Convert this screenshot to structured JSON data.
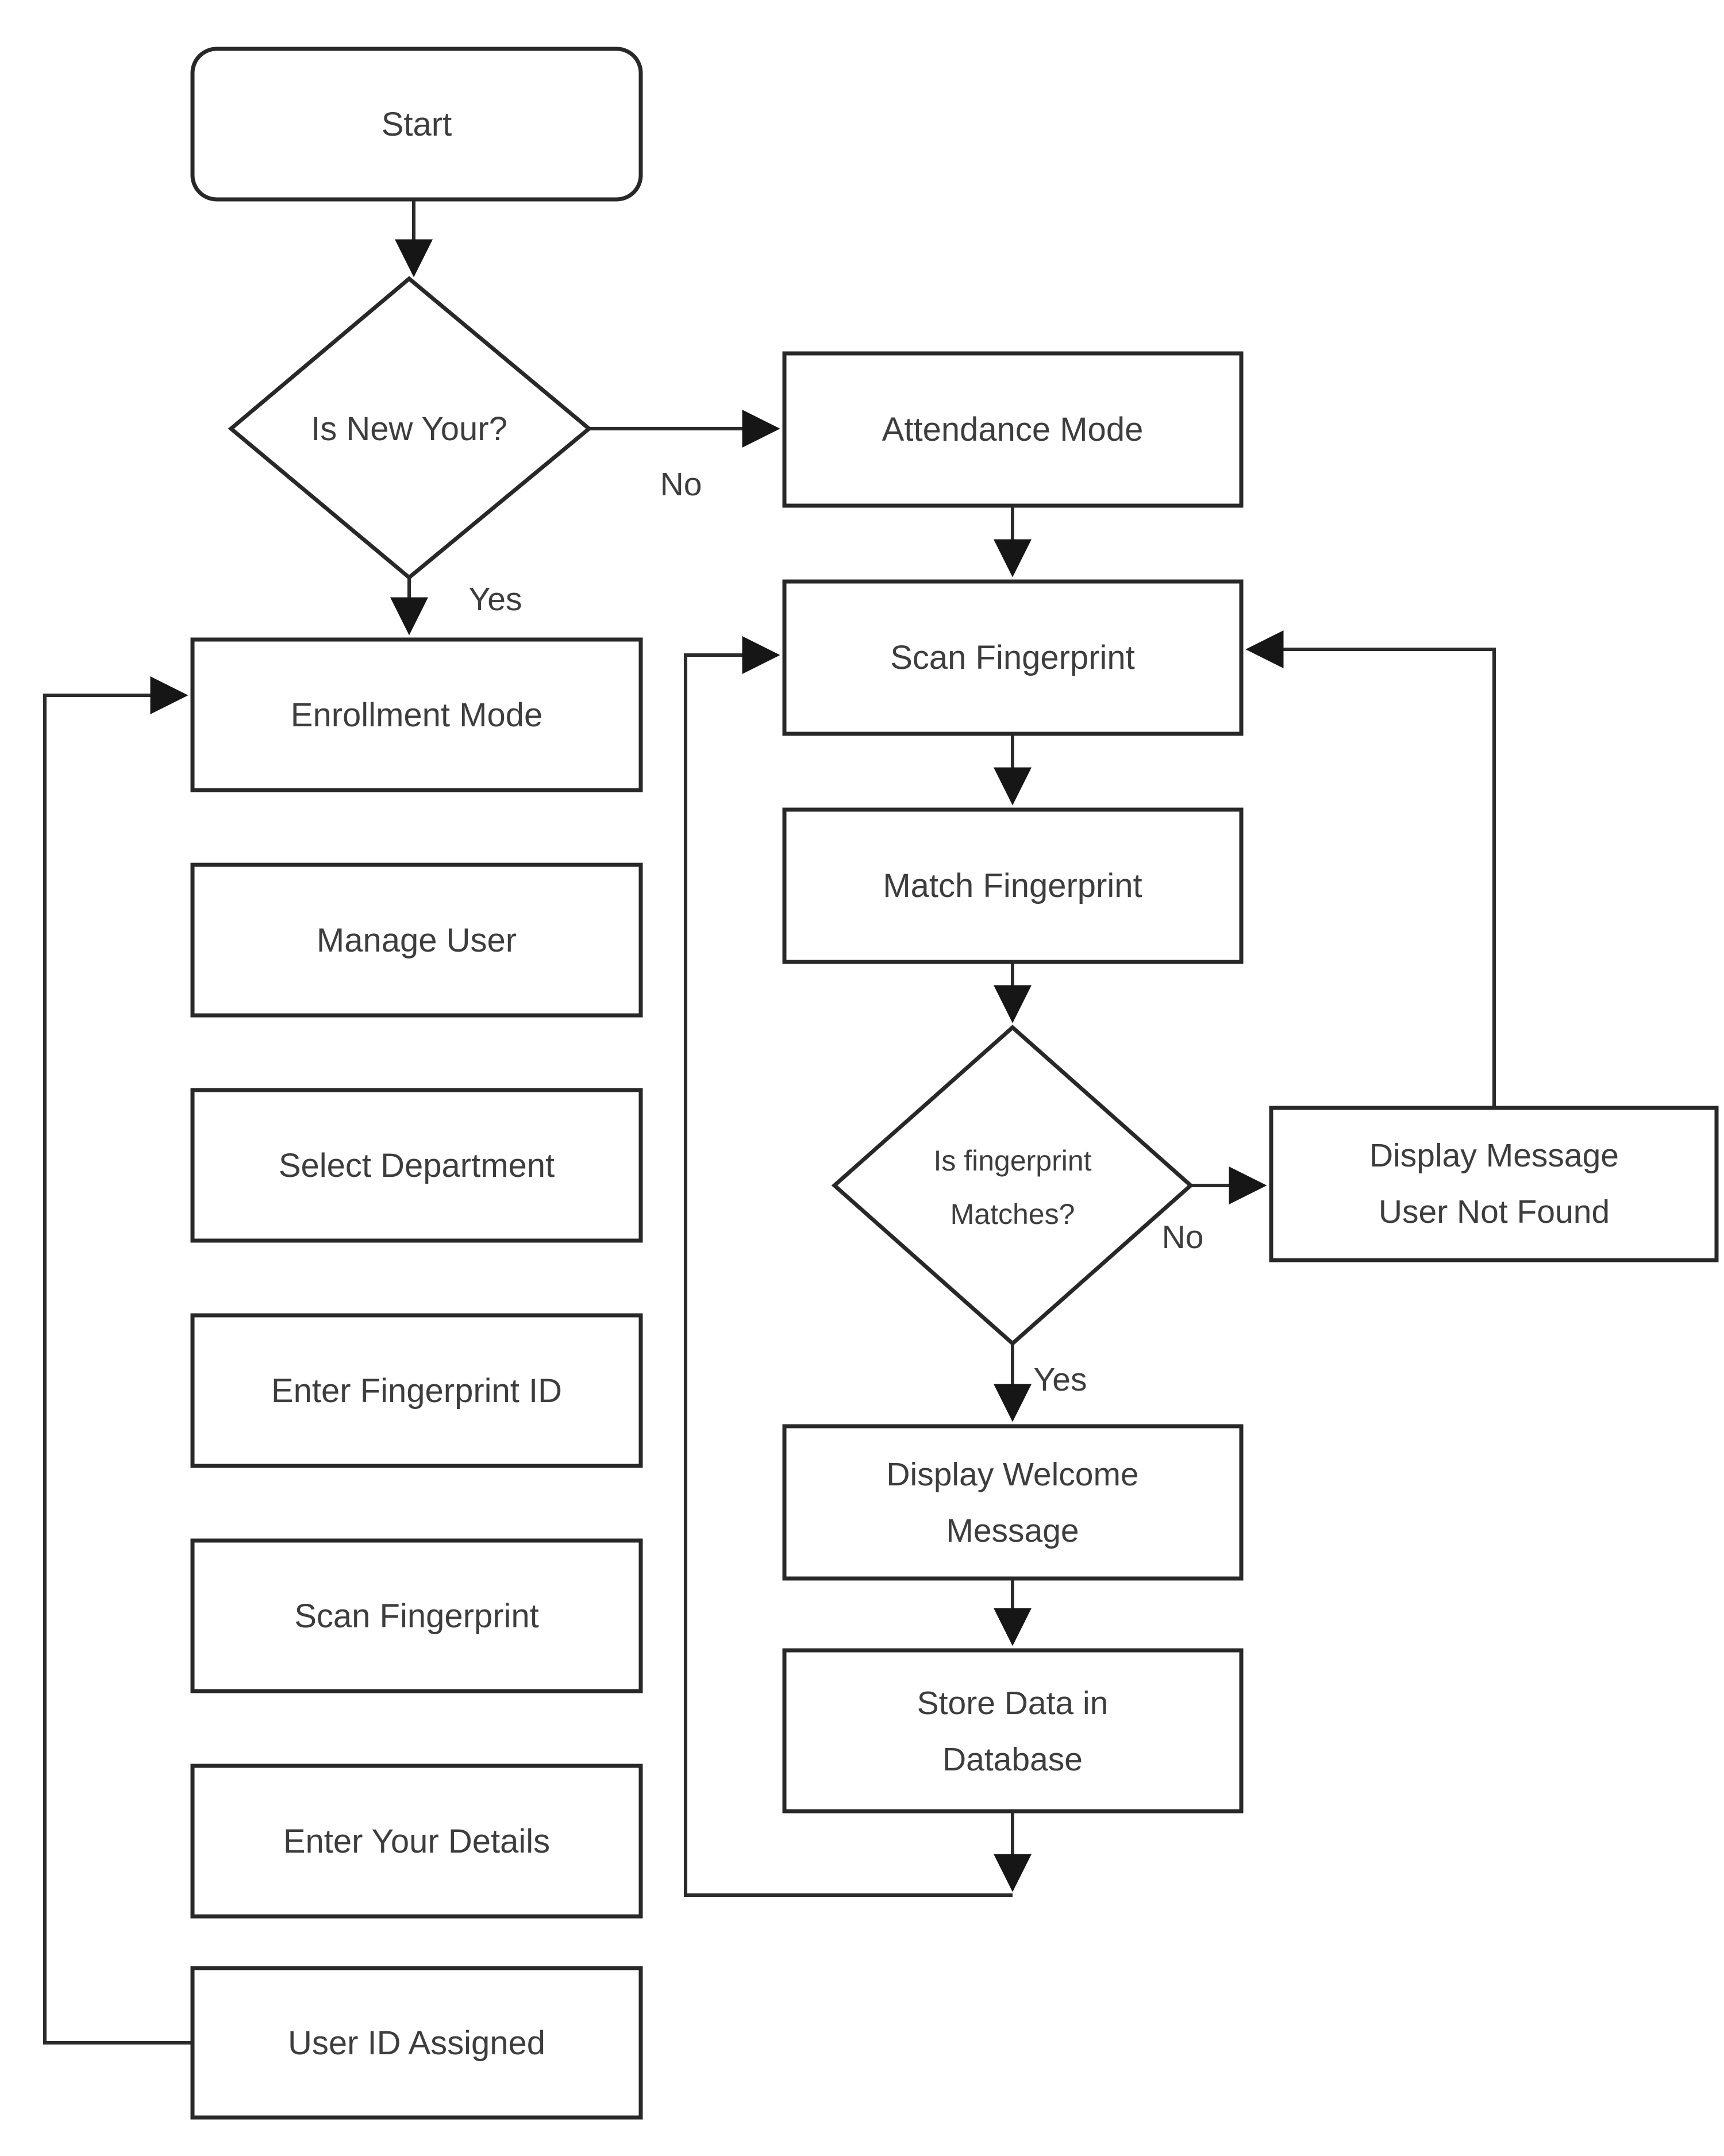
{
  "diagram": {
    "background_color": "#ffffff",
    "line_color": "#2b2b2b",
    "text_color": "#3d3d3d",
    "nodes": {
      "start": {
        "type": "terminator",
        "label": "Start"
      },
      "is_new_user": {
        "type": "decision",
        "label": "Is New Your?"
      },
      "attendance_mode": {
        "type": "process",
        "label": "Attendance Mode"
      },
      "enrollment_mode": {
        "type": "process",
        "label": "Enrollment Mode"
      },
      "manage_user": {
        "type": "process",
        "label": "Manage User"
      },
      "select_department": {
        "type": "process",
        "label": "Select Department"
      },
      "enter_fingerprint_id": {
        "type": "process",
        "label": "Enter Fingerprint ID"
      },
      "scan_fingerprint_enroll": {
        "type": "process",
        "label": "Scan Fingerprint"
      },
      "enter_your_details": {
        "type": "process",
        "label": "Enter Your Details"
      },
      "user_id_assigned": {
        "type": "process",
        "label": "User ID Assigned"
      },
      "scan_fingerprint_attend": {
        "type": "process",
        "label": "Scan Fingerprint"
      },
      "match_fingerprint": {
        "type": "process",
        "label": "Match Fingerprint"
      },
      "is_fingerprint_matches": {
        "type": "decision",
        "line1": "Is fingerprint",
        "line2": "Matches?"
      },
      "display_message_user_not_found": {
        "type": "process",
        "line1": "Display Message",
        "line2": "User Not Found"
      },
      "display_welcome_message": {
        "type": "process",
        "line1": "Display Welcome",
        "line2": "Message"
      },
      "store_data_in_database": {
        "type": "process",
        "line1": "Store Data in",
        "line2": "Database"
      }
    },
    "edge_labels": {
      "new_user_no": "No",
      "new_user_yes": "Yes",
      "match_no": "No",
      "match_yes": "Yes"
    }
  }
}
